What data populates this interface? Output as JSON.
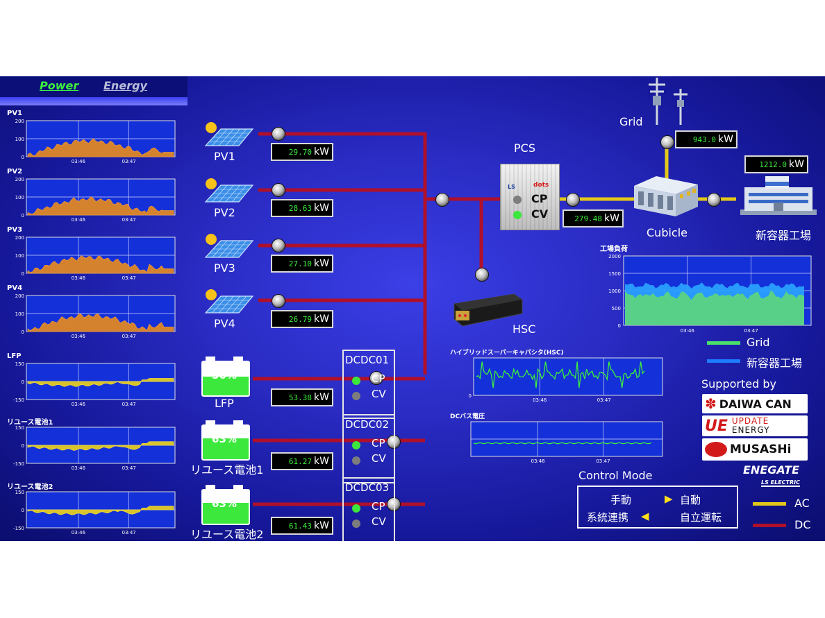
{
  "tabs": {
    "power": "Power",
    "energy": "Energy"
  },
  "left_charts": [
    {
      "title": "PV1",
      "y_ticks": [
        "200",
        "100",
        "0"
      ],
      "x_ticks": [
        "03:46",
        "03:47"
      ]
    },
    {
      "title": "PV2",
      "y_ticks": [
        "200",
        "100",
        "0"
      ],
      "x_ticks": [
        "03:46",
        "03:47"
      ]
    },
    {
      "title": "PV3",
      "y_ticks": [
        "200",
        "100",
        "0"
      ],
      "x_ticks": [
        "03:46",
        "03:47"
      ]
    },
    {
      "title": "PV4",
      "y_ticks": [
        "200",
        "100",
        "0"
      ],
      "x_ticks": [
        "03:46",
        "03:47"
      ]
    },
    {
      "title": "LFP",
      "y_ticks": [
        "150",
        "0",
        "-150"
      ],
      "x_ticks": [
        "03:46",
        "03:47"
      ]
    },
    {
      "title": "リユース電池1",
      "y_ticks": [
        "150",
        "0",
        "-150"
      ],
      "x_ticks": [
        "03:46",
        "03:47"
      ]
    },
    {
      "title": "リユース電池2",
      "y_ticks": [
        "150",
        "0",
        "-150"
      ],
      "x_ticks": [
        "03:46",
        "03:47"
      ]
    }
  ],
  "pv": [
    {
      "label": "PV1",
      "value": "29.70",
      "unit": "kW"
    },
    {
      "label": "PV2",
      "value": "28.63",
      "unit": "kW"
    },
    {
      "label": "PV3",
      "value": "27.10",
      "unit": "kW"
    },
    {
      "label": "PV4",
      "value": "26.79",
      "unit": "kW"
    }
  ],
  "batteries": [
    {
      "label": "LFP",
      "percent": "56%",
      "level": 0.56,
      "value": "53.38",
      "unit": "kW"
    },
    {
      "label": "リユース電池1",
      "percent": "63%",
      "level": 0.63,
      "value": "61.27",
      "unit": "kW"
    },
    {
      "label": "リユース電池2",
      "percent": "63%",
      "level": 0.63,
      "value": "61.43",
      "unit": "kW"
    }
  ],
  "dcdc": [
    {
      "title": "DCDC01",
      "cp": "CP",
      "cv": "CV"
    },
    {
      "title": "DCDC02",
      "cp": "CP",
      "cv": "CV"
    },
    {
      "title": "DCDC03",
      "cp": "CP",
      "cv": "CV"
    }
  ],
  "pcs": {
    "label": "PCS",
    "brand": "LS",
    "brand2": "dots",
    "cp": "CP",
    "cv": "CV",
    "value": "279.48",
    "unit": "kW"
  },
  "hsc": {
    "label": "HSC"
  },
  "grid": {
    "label": "Grid",
    "value": "943.0",
    "unit": "kW"
  },
  "cubicle": {
    "label": "Cubicle"
  },
  "factory": {
    "label": "新容器工場",
    "value": "1212.0",
    "unit": "kW"
  },
  "factory_chart": {
    "title": "工場負荷",
    "y_ticks": [
      "2000",
      "1500",
      "1000",
      "500",
      "0"
    ],
    "x_ticks": [
      "03:46",
      "03:47"
    ],
    "legend": [
      {
        "name": "Grid",
        "color": "#4be06a"
      },
      {
        "name": "新容器工場",
        "color": "#1e7cff"
      }
    ]
  },
  "hsc_chart": {
    "title": "ハイブリッドスーパーキャパシタ(HSC)",
    "y_ticks": [
      "0"
    ],
    "x_ticks": [
      "03:46",
      "03:47"
    ]
  },
  "dcbus_chart": {
    "title": "DCバス電圧",
    "x_ticks": [
      "03:46",
      "03:47"
    ]
  },
  "supported_by": {
    "title": "Supported by",
    "logos": [
      "DAIWA CAN",
      "UPDATE",
      "ENERGY",
      "MUSASHi",
      "ENEGATE",
      "LS ELECTRIC"
    ]
  },
  "control_mode": {
    "title": "Control Mode",
    "manual": "手動",
    "auto": "自動",
    "grid_tie": "系統連携",
    "standalone": "自立運転"
  },
  "line_legend": {
    "ac": "AC",
    "dc": "DC",
    "ac_color": "#e3c81a",
    "dc_color": "#b0102a"
  },
  "colors": {
    "accent_green": "#3cf03c",
    "fill_orange": "#d5822e",
    "fill_yellow": "#d8c32a"
  }
}
